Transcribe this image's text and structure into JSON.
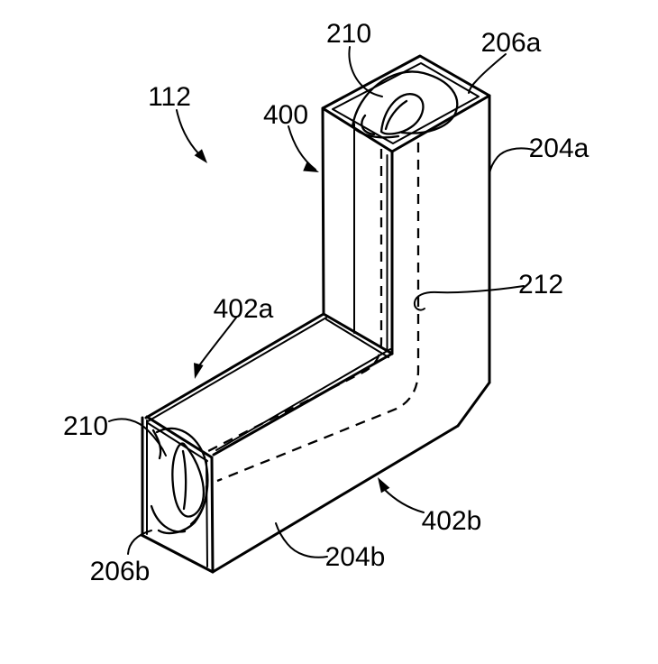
{
  "figure": {
    "background_color": "#ffffff",
    "line_color": "#000000",
    "labels": [
      {
        "id": "210-top",
        "text": "210"
      },
      {
        "id": "206a",
        "text": "206a"
      },
      {
        "id": "112",
        "text": "112"
      },
      {
        "id": "400",
        "text": "400"
      },
      {
        "id": "204a",
        "text": "204a"
      },
      {
        "id": "212",
        "text": "212"
      },
      {
        "id": "402a",
        "text": "402a"
      },
      {
        "id": "210-left",
        "text": "210"
      },
      {
        "id": "206b",
        "text": "206b"
      },
      {
        "id": "204b",
        "text": "204b"
      },
      {
        "id": "402b",
        "text": "402b"
      }
    ]
  }
}
